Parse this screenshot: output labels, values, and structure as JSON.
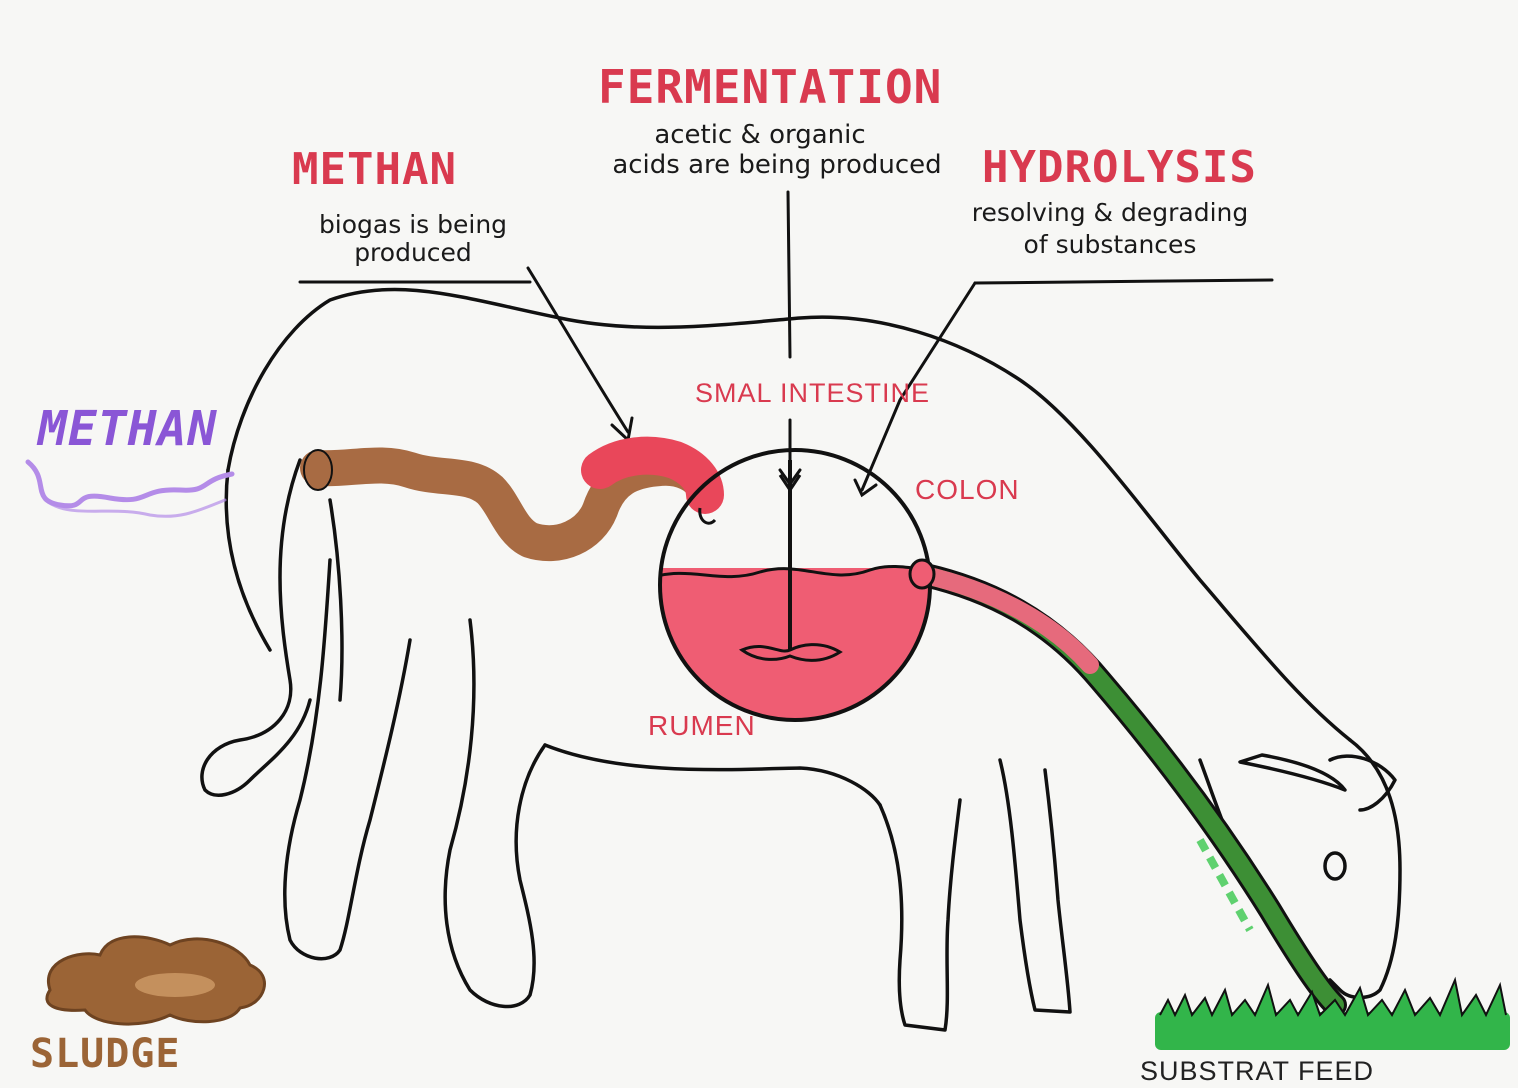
{
  "colors": {
    "outline": "#111111",
    "label_red": "#d93a4f",
    "methan_purple": "#8a56d6",
    "intestine_brown": "#a86b43",
    "intestine_red": "#e9475a",
    "rumen_fill": "#ef5d73",
    "esophagus_green": "#3d8f35",
    "grass": "#32b54a",
    "sludge": "#9b6436"
  },
  "labels": {
    "fermentation": {
      "title": "FERMENTATION",
      "line1": "acetic & organic",
      "line2": "acids are being produced"
    },
    "methan": {
      "title": "METHAN",
      "line1": "biogas is being",
      "line2": "produced"
    },
    "hydrolysis": {
      "title": "HYDROLYSIS",
      "line1": "resolving & degrading",
      "line2": "of substances"
    },
    "small_intestine": "SMAL INTESTINE",
    "colon": "COLON",
    "rumen": "RUMEN",
    "methan_gas": "METHAN",
    "sludge": "SLUDGE",
    "substrat_feed": "SUBSTRAT FEED"
  }
}
